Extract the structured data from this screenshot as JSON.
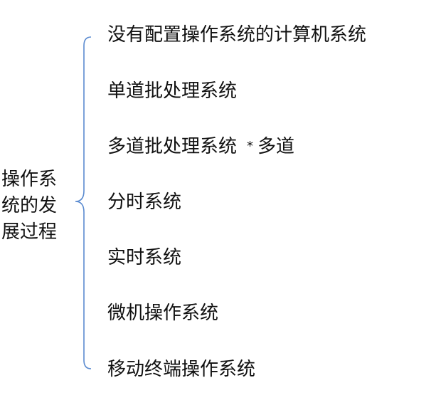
{
  "root": {
    "label": "操作系统的发展过程"
  },
  "items": [
    {
      "label": "没有配置操作系统的计算机系统"
    },
    {
      "label": "单道批处理系统"
    },
    {
      "label": "多道批处理系统",
      "marker": "*",
      "note": "多道"
    },
    {
      "label": "分时系统"
    },
    {
      "label": "实时系统"
    },
    {
      "label": "微机操作系统"
    },
    {
      "label": "移动终端操作系统"
    }
  ],
  "colors": {
    "brace": "#5b8bd0",
    "text": "#111111",
    "background": "#ffffff"
  }
}
